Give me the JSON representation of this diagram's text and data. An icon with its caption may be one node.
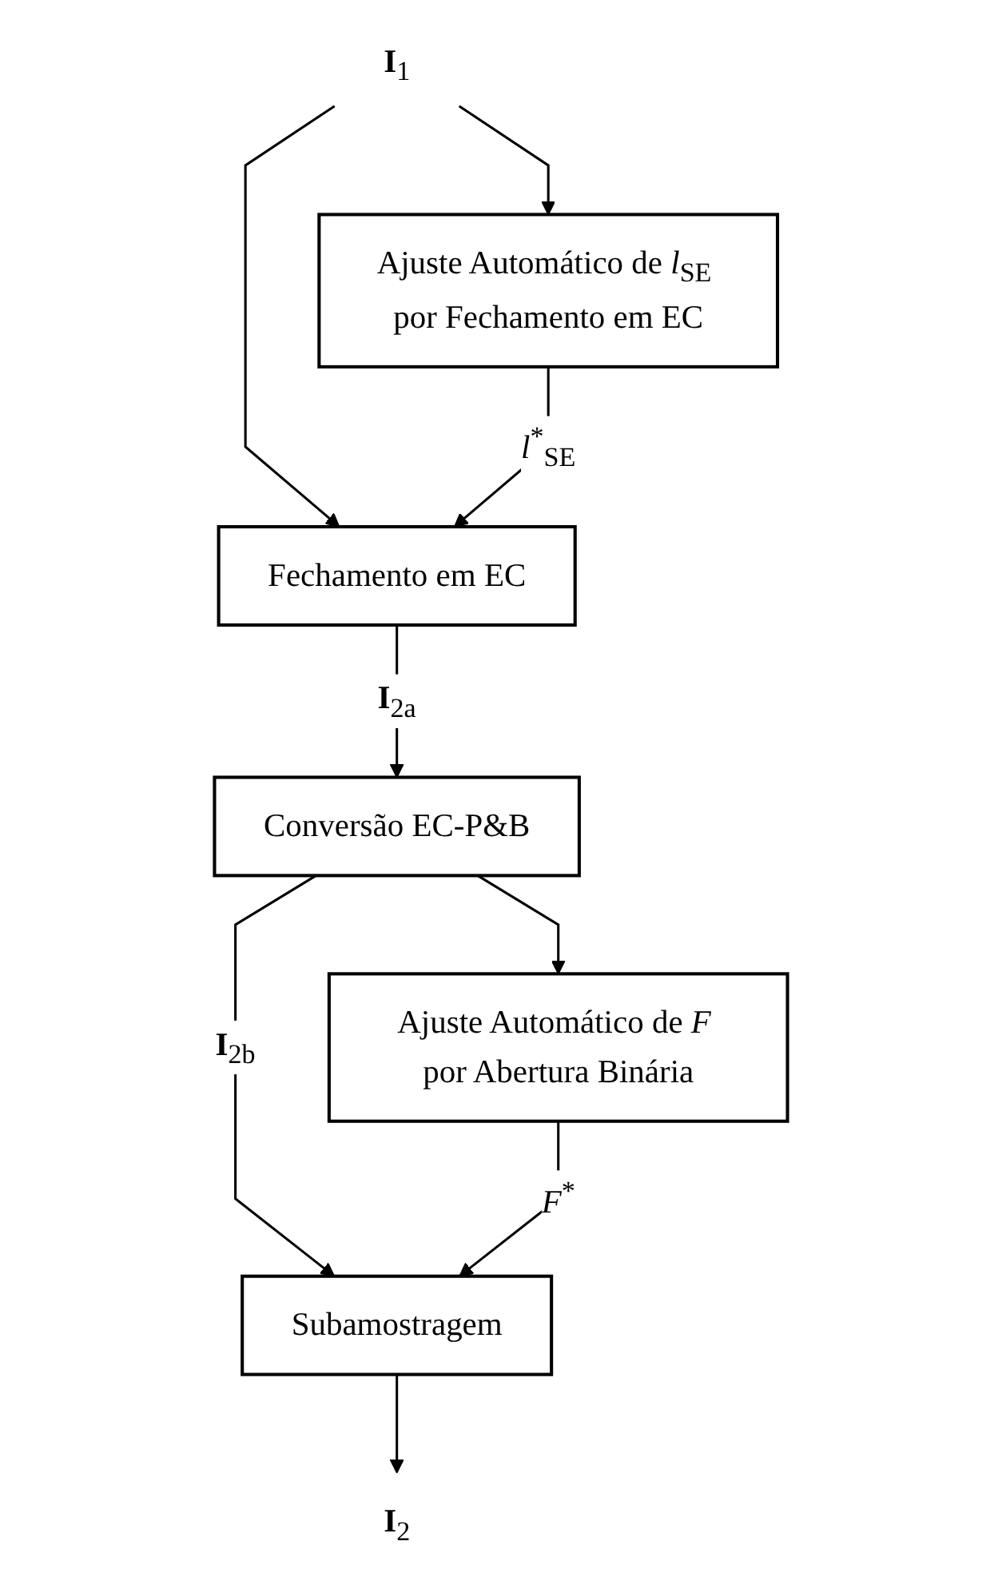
{
  "diagram": {
    "nodes": [
      {
        "text": [
          "**I**$_{1}$"
        ]
      },
      {
        "text": [
          "Fechamento em EC"
        ]
      },
      {
        "text": [
          "Ajuste Automático de *l*$_{SE}$ por Fechamento em EC"
        ]
      },
      {
        "text": [
          "Conversão EC-P&B"
        ]
      },
      {
        "text": [
          "Subamostragem"
        ]
      },
      {
        "text": [
          "Ajuste Automático de *F* por Abertura Binária"
        ]
      },
      {
        "text": [
          "**I**$_{2}$"
        ]
      }
    ],
    "edges": [
      {
        "from": 0,
        "to": 1,
        "arrow": "to"
      },
      {
        "from": 0,
        "to": 2,
        "arrow": "to"
      },
      {
        "from": 2,
        "to": 1,
        "arrow": "to",
        "label": "*l*$^{*}$$_{SE}$"
      },
      {
        "from": 1,
        "to": 3,
        "arrow": "to",
        "label": "**I**$_{2a}$"
      },
      {
        "from": 3,
        "to": 4,
        "arrow": "to",
        "label": "**I**$_{2b}$"
      },
      {
        "from": 3,
        "to": 5,
        "arrow": "to"
      },
      {
        "from": 5,
        "to": 4,
        "arrow": "to",
        "label": "*F*$^{*}$"
      },
      {
        "from": 4,
        "to": 6,
        "arrow": "to"
      }
    ]
  }
}
